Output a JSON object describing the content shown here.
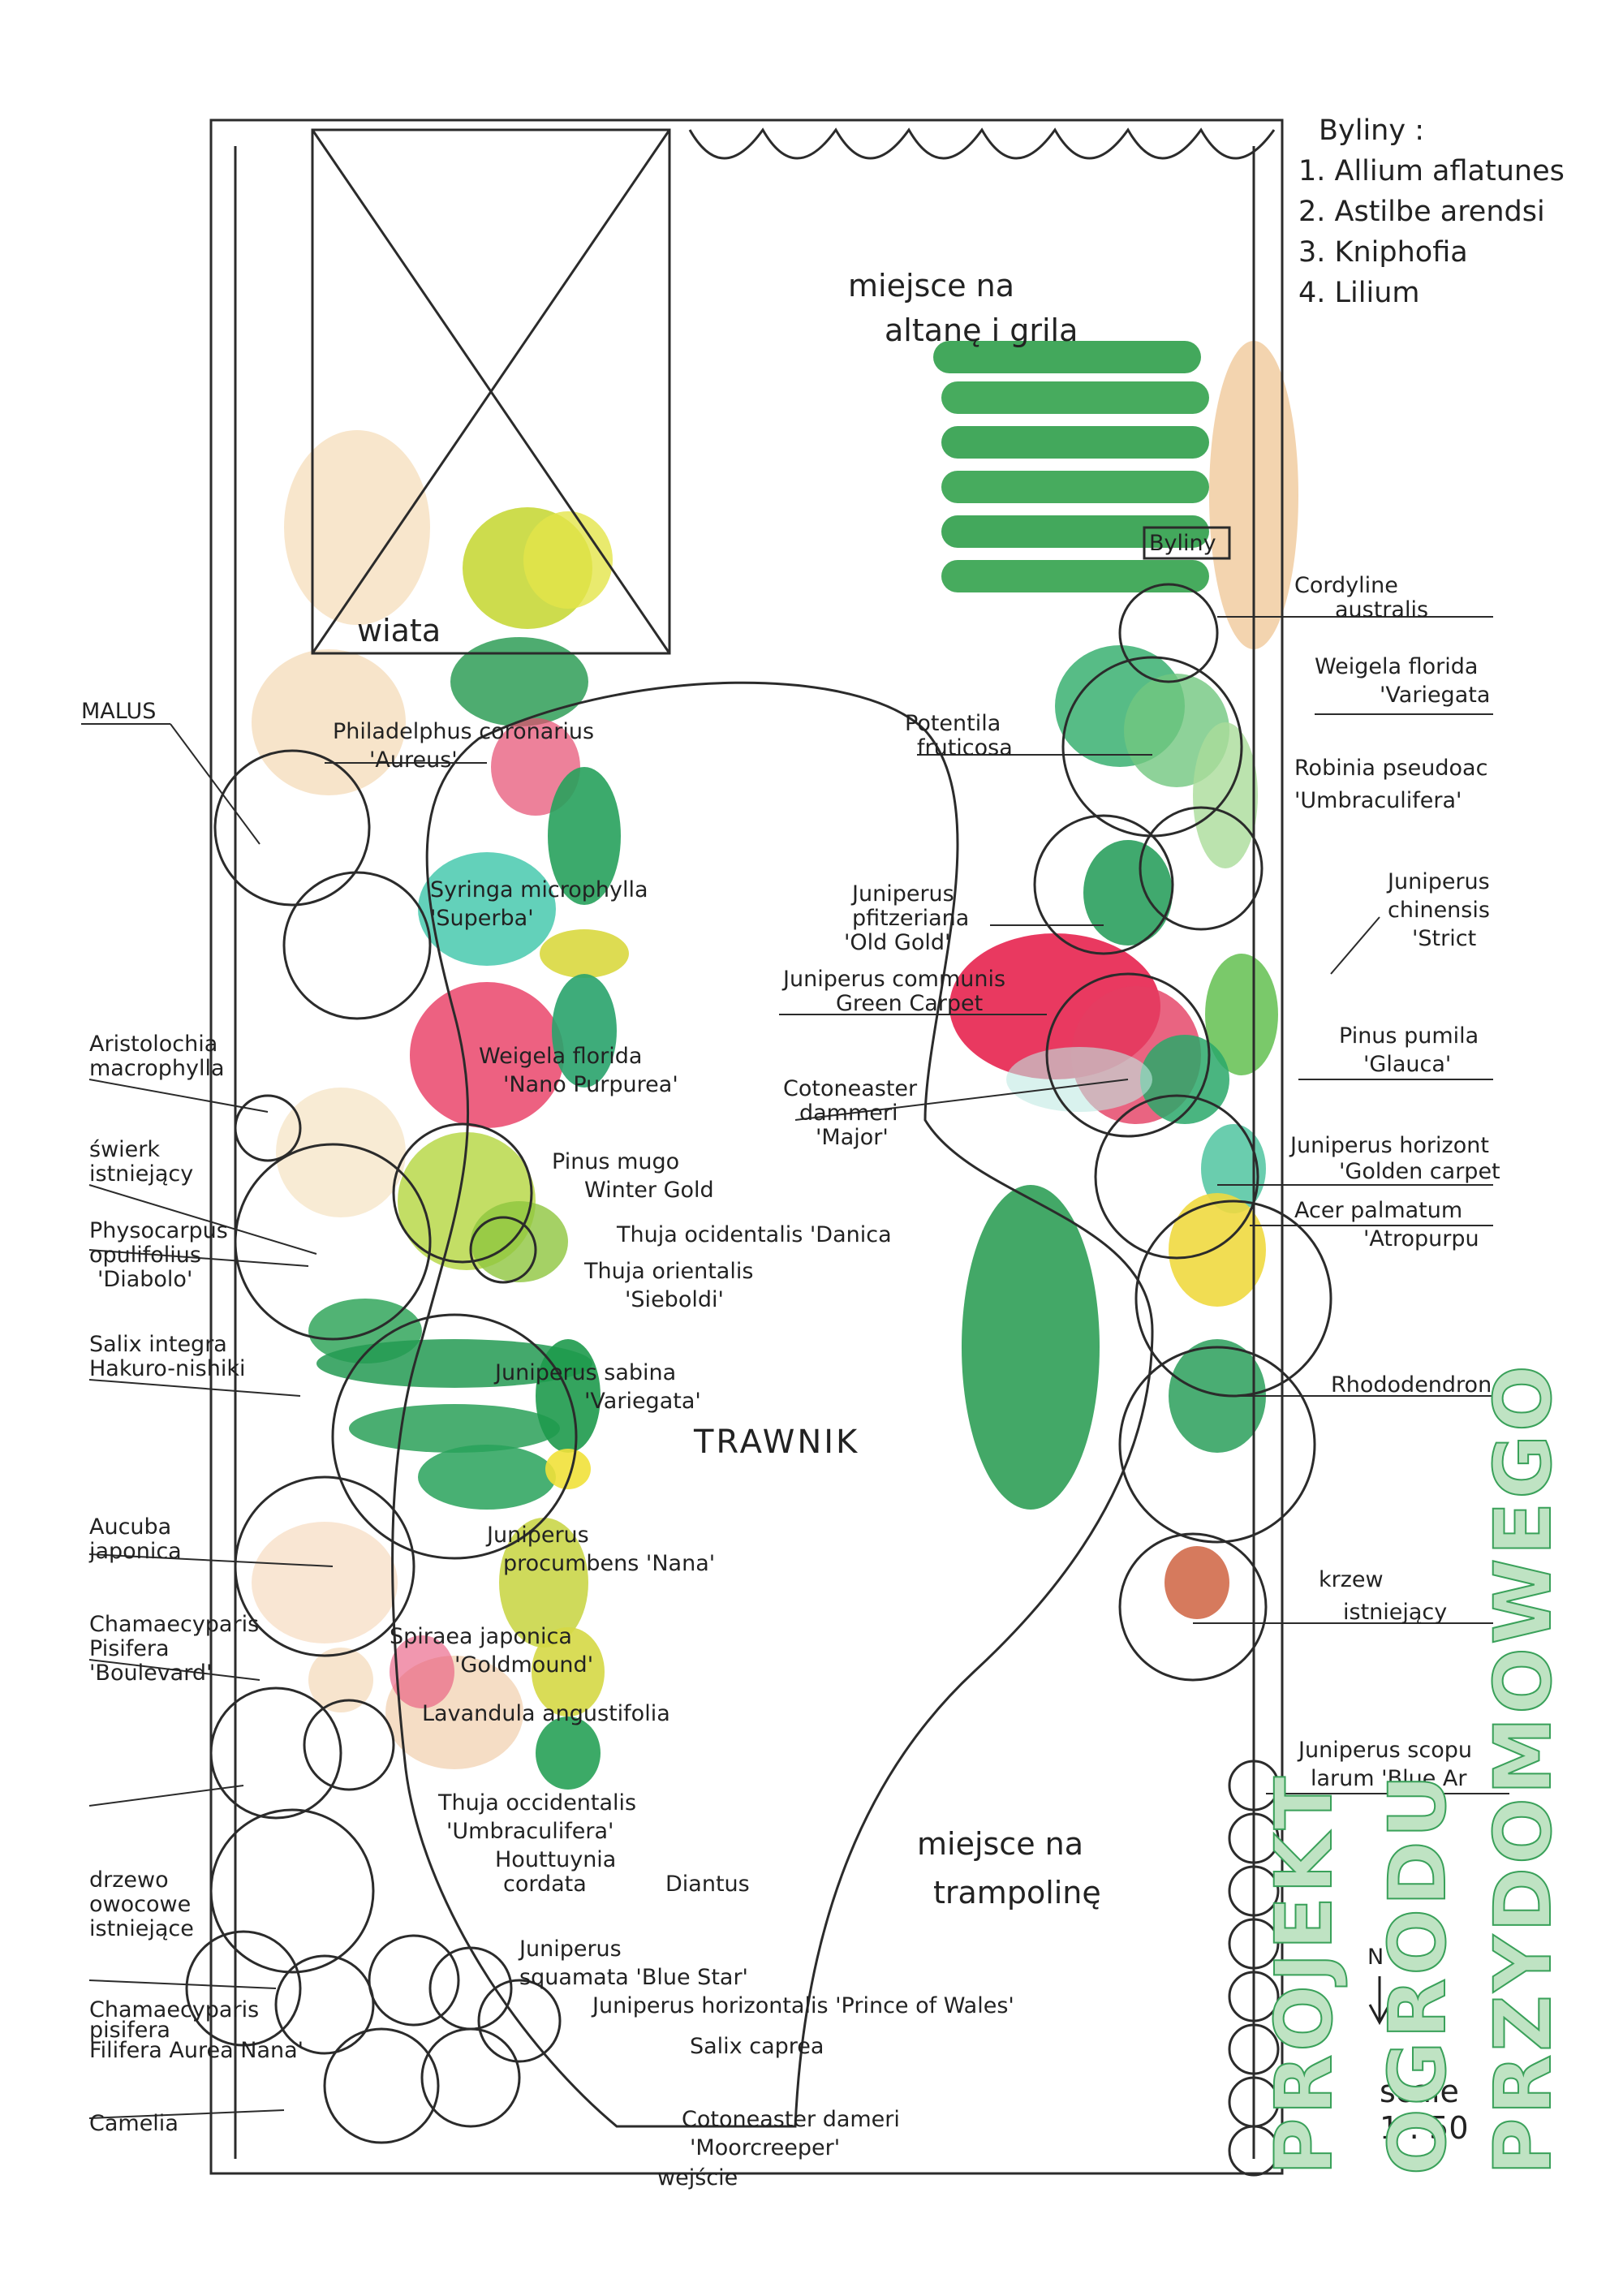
{
  "legend": {
    "title": "Byliny :",
    "items": [
      "1. Allium aflatunes",
      "2. Astilbe arendsi",
      "3. Kniphofia",
      "4. Lilium"
    ]
  },
  "areas": {
    "wiata": "wiata",
    "altana": [
      "miejsce na",
      "altanę i grila"
    ],
    "trawnik": "TRAWNIK",
    "trampolina": [
      "miejsce na",
      "trampolinę"
    ],
    "byliny_box": "Byliny"
  },
  "left_labels": [
    [
      "MALUS"
    ],
    [
      "Philadelphus coronarius",
      "'Aureus'"
    ],
    [
      "Syringa microphylla",
      "'Superba'"
    ],
    [
      "Aristolochia",
      "macrophylla"
    ],
    [
      "Weigela florida",
      "'Nano Purpurea'"
    ],
    [
      "świerk",
      "istniejący"
    ],
    [
      "Pinus mugo",
      "Winter Gold"
    ],
    [
      "Physocarpus",
      "opulifolius",
      "'Diabolo'"
    ],
    [
      "Thuja ocidentalis 'Danica"
    ],
    [
      "Thuja orientalis",
      "'Sieboldi'"
    ],
    [
      "Salix integra",
      "Hakuro-nishiki"
    ],
    [
      "Juniperus sabina",
      "'Variegata'"
    ],
    [
      "Aucuba",
      "japonica"
    ],
    [
      "Juniperus",
      "procumbens 'Nana'"
    ],
    [
      "Chamaecyparis",
      "Pisifera",
      "'Boulevard'"
    ],
    [
      "Spiraea japonica",
      "'Goldmound'"
    ],
    [
      "Lavandula angustifolia"
    ],
    [
      "Thuja occidentalis",
      "'Umbraculifera'"
    ],
    [
      "drzewo",
      "owocowe",
      "istniejące"
    ],
    [
      "Houttuynia",
      "cordata"
    ],
    [
      "Diantus"
    ],
    [
      "Juniperus",
      "squamata 'Blue Star'"
    ],
    [
      "Chamaecyparis",
      "pisifera",
      "Filifera Aurea Nana'"
    ],
    [
      "Juniperus horizontalis 'Prince of Wales'"
    ],
    [
      "Salix caprea"
    ],
    [
      "Camelia"
    ],
    [
      "Cotoneaster dameri",
      "'Moorcreeper'"
    ],
    [
      "wejście"
    ]
  ],
  "right_labels": [
    [
      "Cordyline",
      "australis"
    ],
    [
      "Weigela florida",
      "'Variegata"
    ],
    [
      "Potentila",
      "fruticosa"
    ],
    [
      "Robinia pseudoac",
      "'Umbraculifera'"
    ],
    [
      "Juniperus",
      "pfitzeriana",
      "'Old Gold'"
    ],
    [
      "Juniperus",
      "chinensis",
      "'Strict"
    ],
    [
      "Juniperus communis",
      "Green Carpet"
    ],
    [
      "Pinus pumila",
      "'Glauca'"
    ],
    [
      "Cotoneaster",
      "dammeri",
      "'Major'"
    ],
    [
      "Juniperus horizont",
      "'Golden carpet"
    ],
    [
      "Acer palmatum",
      "'Atropurpu"
    ],
    [
      "Rhododendron"
    ],
    [
      "krzew",
      "istniejący"
    ],
    [
      "Juniperus scopu",
      "larum 'Blue Ar"
    ]
  ],
  "compass": {
    "letter": "N",
    "scale_label": "scale",
    "scale_value": "1 : 50"
  },
  "title_lines": [
    "PROJEKT",
    "OGRODU",
    "PRZYDOMOWEGO"
  ]
}
